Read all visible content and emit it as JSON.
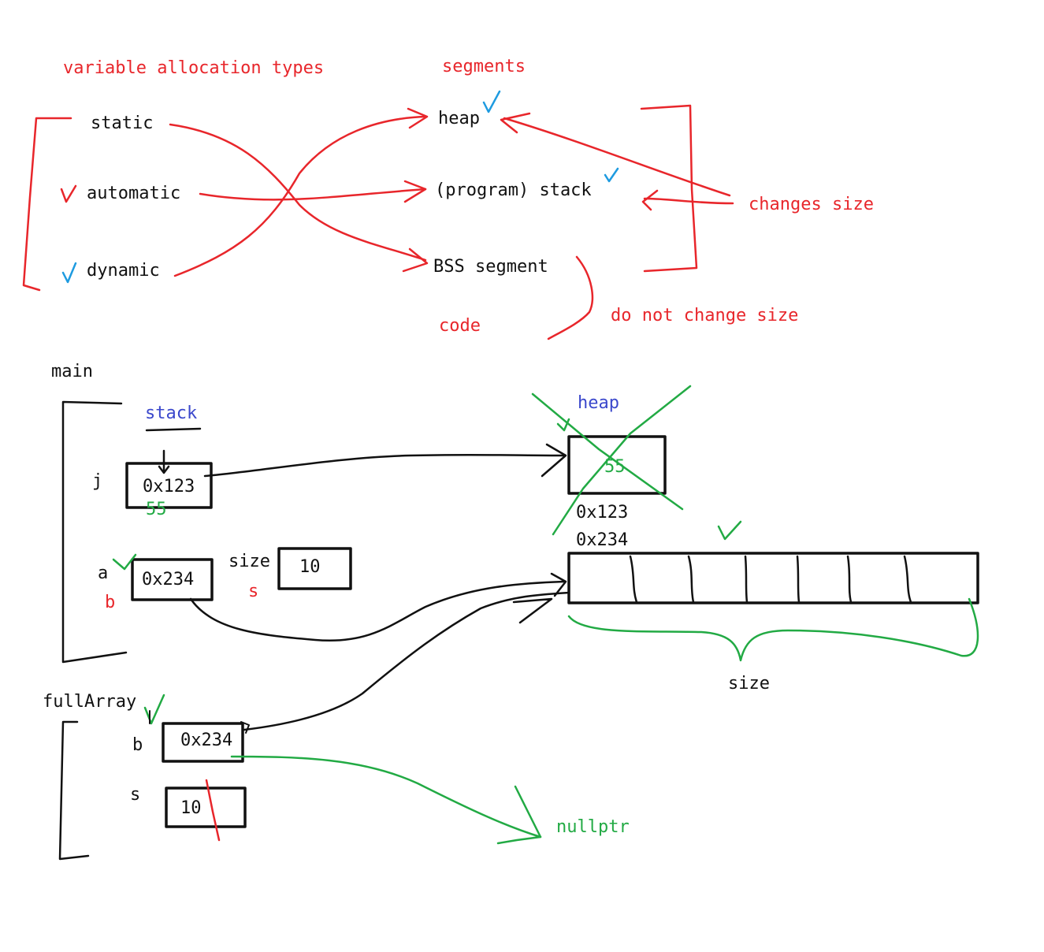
{
  "header": {
    "left_title": "variable allocation types",
    "right_title": "segments"
  },
  "allocation_types": [
    "static",
    "automatic",
    "dynamic"
  ],
  "segments": {
    "heap": "heap",
    "stack": "(program) stack",
    "bss": "BSS segment",
    "code": "code"
  },
  "size_notes": {
    "changes": "changes size",
    "no_change": "do not change size"
  },
  "main_frame": {
    "title": "main",
    "stack_label": "stack",
    "var_j": "j",
    "j_value": "0x123",
    "j_old_value": "55",
    "var_a": "a",
    "var_b": "b",
    "a_value": "0x234",
    "size_label": "size",
    "size_value": "10",
    "s_label": "s"
  },
  "heap_area": {
    "title": "heap",
    "cell_value": "55",
    "addr_1": "0x123",
    "addr_2": "0x234",
    "array_size_label": "size",
    "array_cells": 7
  },
  "full_array_frame": {
    "title": "fullArray",
    "var_b": "b",
    "b_value": "0x234",
    "var_s": "s",
    "s_value": "10",
    "nullptr": "nullptr"
  },
  "colors": {
    "red": "#e8262b",
    "black": "#111111",
    "blue": "#3b48cc",
    "green": "#22aa44",
    "cyan_check": "#1e9be0"
  }
}
